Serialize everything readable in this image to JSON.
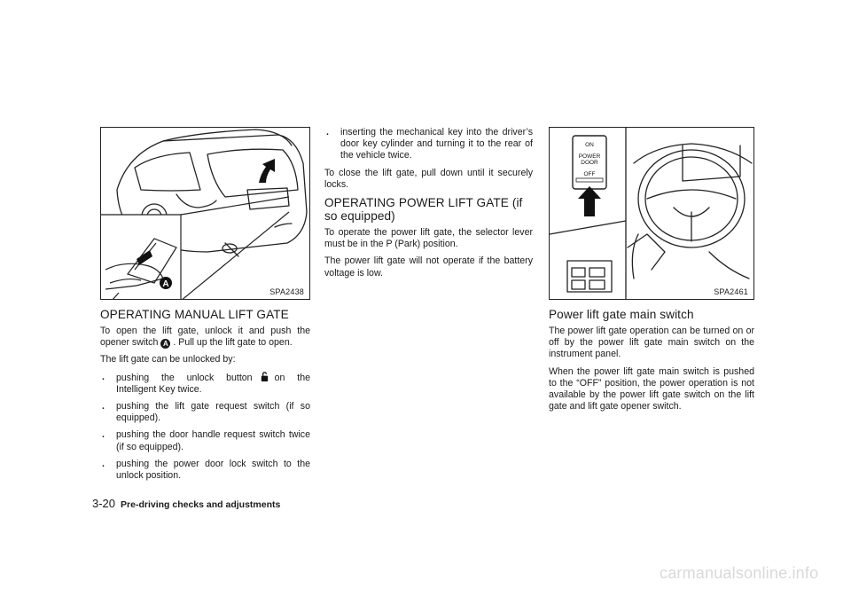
{
  "figures": {
    "left": {
      "code": "SPA2438",
      "callout": "A"
    },
    "right": {
      "code": "SPA2461",
      "switch_labels": [
        "ON",
        "POWER",
        "DOOR",
        "OFF"
      ]
    }
  },
  "left_column": {
    "heading": "OPERATING MANUAL LIFT GATE",
    "para1_before": "To open the lift gate, unlock it and push the opener switch",
    "para1_callout": "A",
    "para1_after": ". Pull up the lift gate to open.",
    "para2": "The lift gate can be unlocked by:",
    "bullet_mark": ".",
    "bullet1_before": "pushing the unlock button",
    "bullet1_after": "on the Intelligent Key twice.",
    "bullet2": "pushing the lift gate request switch (if so equipped).",
    "bullet3": "pushing the door handle request switch twice (if so equipped).",
    "bullet4": "pushing the power door lock switch to the unlock position."
  },
  "middle_column": {
    "bullet5": "inserting the mechanical key into the driver’s door key cylinder and turning it to the rear of the vehicle twice.",
    "para_close": "To close the lift gate, pull down until it securely locks.",
    "heading": "OPERATING POWER LIFT GATE (if so equipped)",
    "para_park": "To operate the power lift gate, the selector lever must be in the P (Park) position.",
    "para_battery": "The power lift gate will not operate if the battery voltage is low."
  },
  "right_column": {
    "heading": "Power lift gate main switch",
    "para1": "The power lift gate operation can be turned on or off by the power lift gate main switch on the instrument panel.",
    "para2": "When the power lift gate main switch is pushed to the “OFF” position, the power operation is not available by the power lift gate switch on the lift gate and lift gate opener switch."
  },
  "footer": {
    "page": "3-20",
    "title": "Pre-driving checks and adjustments"
  },
  "watermark": "carmanualsonline.info",
  "icons": [
    "lock-open-icon",
    "arrow-up-icon",
    "callout-a-icon"
  ]
}
